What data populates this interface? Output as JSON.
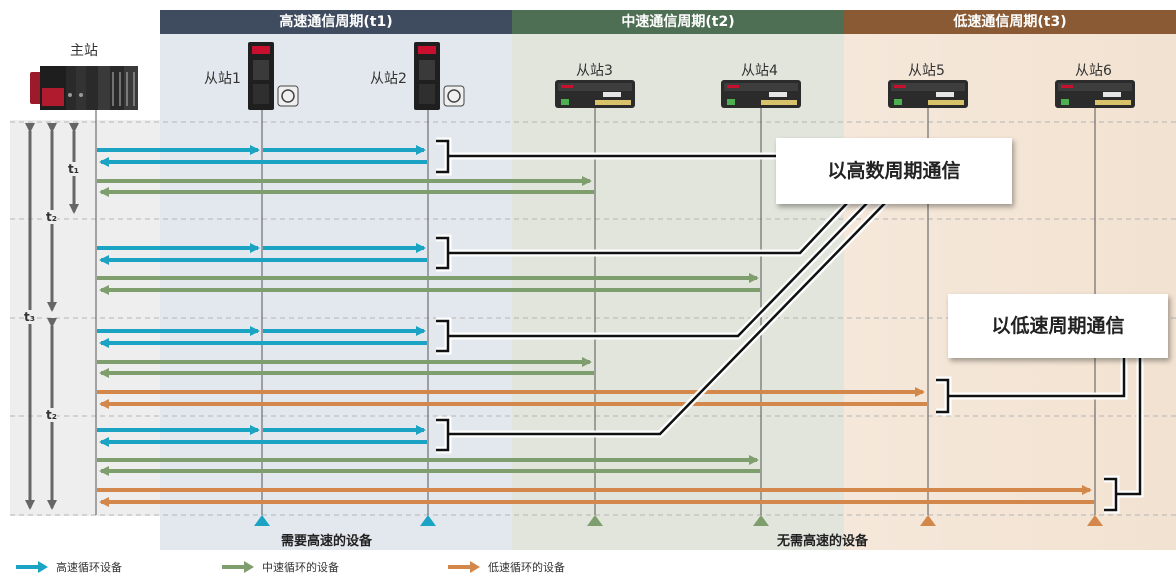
{
  "headers": {
    "high": "高速通信周期(t1)",
    "mid": "中速通信周期(t2)",
    "low": "低速通信周期(t3)"
  },
  "master_label": "主站",
  "slaves": [
    {
      "label": "从站1",
      "kind": "servo",
      "group": "high"
    },
    {
      "label": "从站2",
      "kind": "servo",
      "group": "high"
    },
    {
      "label": "从站3",
      "kind": "io",
      "group": "mid"
    },
    {
      "label": "从站4",
      "kind": "io",
      "group": "mid"
    },
    {
      "label": "从站5",
      "kind": "io",
      "group": "low"
    },
    {
      "label": "从站6",
      "kind": "io",
      "group": "low"
    }
  ],
  "time_labels": {
    "t1": "t₁",
    "t2a": "t₂",
    "t3": "t₃",
    "t2b": "t₂"
  },
  "callouts": {
    "high_cycle": "以高数周期通信",
    "low_cycle": "以低速周期通信"
  },
  "bottom": {
    "need_high": "需要高速的设备",
    "no_high": "无需高速的设备"
  },
  "legend": [
    {
      "label": "高速循环设备",
      "color": "#1ba3c4"
    },
    {
      "label": "中速循环的设备",
      "color": "#7f9e6e"
    },
    {
      "label": "低速循环的设备",
      "color": "#d4874a"
    }
  ],
  "colors": {
    "high_header": "#3f4b5e",
    "mid_header": "#4f6f55",
    "low_header": "#8a5a34",
    "high_zone": "#e3e8ee",
    "mid_zone": "#e2e5dc",
    "low_zone": "#f3e6d8",
    "cyan": "#1ba3c4",
    "green": "#7f9e6e",
    "orange": "#d4874a"
  }
}
